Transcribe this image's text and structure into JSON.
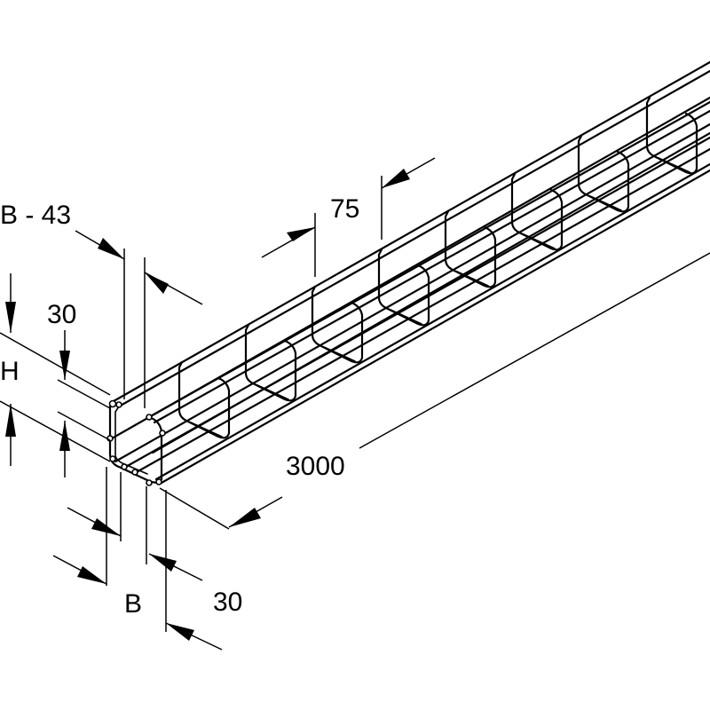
{
  "labels": {
    "inner_width": "B - 43",
    "mesh_pitch": "75",
    "wire_height": "30",
    "height": "H",
    "length": "3000",
    "width": "B",
    "wire_side": "30"
  },
  "colors": {
    "line": "#000000",
    "background": "#ffffff"
  }
}
